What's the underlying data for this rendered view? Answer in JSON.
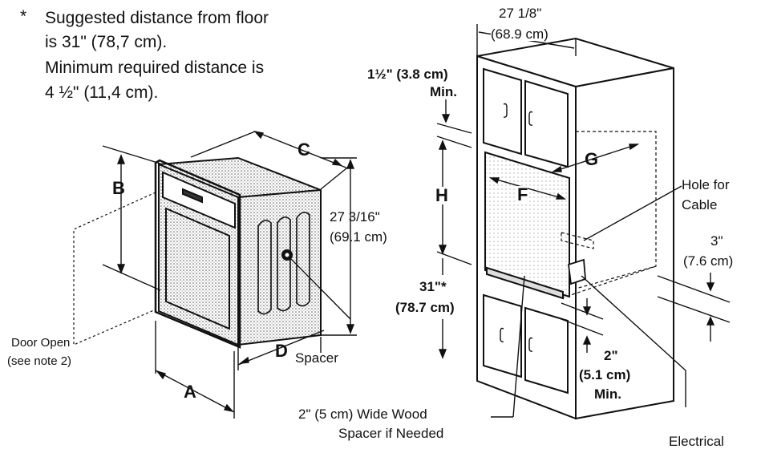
{
  "note": {
    "star": "*",
    "line1": "Suggested distance from floor",
    "line2": "is 31\" (78,7 cm).",
    "line3": "Minimum required distance is",
    "line4": "4 ½\" (11,4 cm)."
  },
  "oven_labels": {
    "A": "A",
    "B": "B",
    "C": "C",
    "D": "D",
    "height_in": "27 3/16\"",
    "height_cm": "(69.1 cm)",
    "door_open": "Door Open",
    "see_note": "(see note 2)",
    "spacer": "Spacer"
  },
  "cabinet_labels": {
    "width_in": "27 1/8\"",
    "width_cm": "(68.9 cm)",
    "top_min_1": "1½\" (3.8 cm)",
    "top_min_2": "Min.",
    "G": "G",
    "H": "H",
    "F": "F",
    "hole_1": "Hole for",
    "hole_2": "Cable",
    "three_in": "3\"",
    "three_cm": "(7.6 cm)",
    "floor_in": "31\"*",
    "floor_cm": "(78.7 cm)",
    "two_in": "2\"",
    "two_cm": "(5.1 cm)",
    "two_min": "Min.",
    "wood_1": "2\" (5 cm) Wide Wood",
    "wood_2": "Spacer if Needed",
    "electrical": "Electrical"
  },
  "colors": {
    "ink": "#111111",
    "shading": "#bdbdbd"
  }
}
